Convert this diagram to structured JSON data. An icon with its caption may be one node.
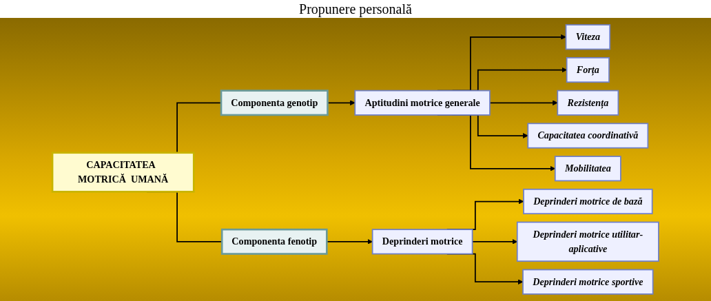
{
  "diagram": {
    "title": "Propunere personală",
    "nodes": [
      {
        "text": [
          "CAPACITATEA  MOTRICĂ  UMANĂ"
        ]
      },
      {
        "text": [
          "Componenta genotip"
        ]
      },
      {
        "text": [
          "Componenta fenotip"
        ]
      },
      {
        "text": [
          "Aptitudini motrice generale"
        ]
      },
      {
        "text": [
          "Deprinderi  motrice"
        ]
      },
      {
        "text": [
          "Viteza"
        ]
      },
      {
        "text": [
          "Forța"
        ]
      },
      {
        "text": [
          "Rezistența"
        ]
      },
      {
        "text": [
          "Capacitatea coordinativă"
        ]
      },
      {
        "text": [
          "Mobilitatea"
        ]
      },
      {
        "text": [
          "Deprinderi motrice de bază"
        ]
      },
      {
        "text": [
          "Deprinderi motrice utilitar-aplicative"
        ]
      },
      {
        "text": [
          "Deprinderi motrice sportive"
        ]
      }
    ],
    "edges": [
      {
        "from": 0,
        "to": 1,
        "arrow": "none"
      },
      {
        "from": 0,
        "to": 2,
        "arrow": "none"
      },
      {
        "from": 1,
        "to": 3,
        "arrow": "to"
      },
      {
        "from": 2,
        "to": 4,
        "arrow": "to"
      },
      {
        "from": 3,
        "to": 5,
        "arrow": "to"
      },
      {
        "from": 3,
        "to": 6,
        "arrow": "to"
      },
      {
        "from": 3,
        "to": 7,
        "arrow": "to"
      },
      {
        "from": 3,
        "to": 8,
        "arrow": "to"
      },
      {
        "from": 3,
        "to": 9,
        "arrow": "to"
      },
      {
        "from": 4,
        "to": 10,
        "arrow": "to"
      },
      {
        "from": 4,
        "to": 11,
        "arrow": "to"
      },
      {
        "from": 4,
        "to": 12,
        "arrow": "to"
      }
    ]
  }
}
